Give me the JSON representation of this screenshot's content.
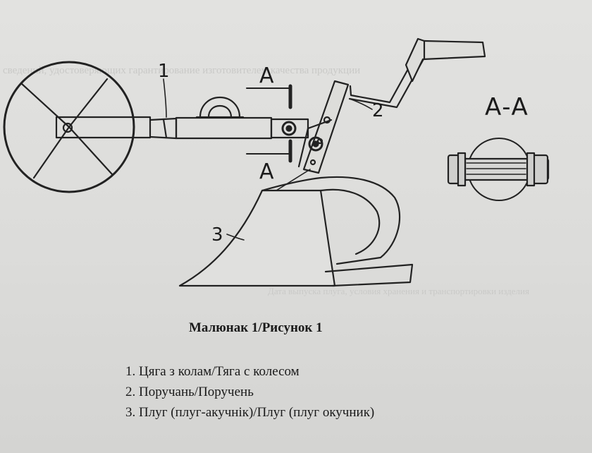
{
  "figure": {
    "callouts": [
      "1",
      "2",
      "3"
    ],
    "section_marks": [
      "A",
      "A"
    ],
    "section_title": "А-А",
    "caption": "Малюнак 1/Рисунок 1"
  },
  "legend": [
    "1. Цяга з колам/Тяга с колесом",
    "2. Поручань/Поручень",
    "3. Плуг (плуг-акучнік)/Плуг (плуг окучник)"
  ],
  "bleed_through": [
    "сведений, удостоверяющих гарантирование изготовителем качества продукции",
    "Дата выпуска плуга, условия хранения и транспортировки изделия"
  ]
}
